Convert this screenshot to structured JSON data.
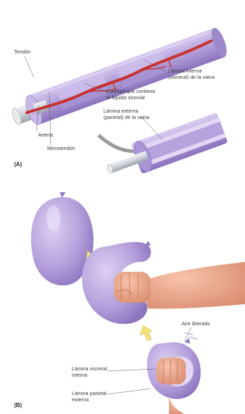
{
  "panel_a": {
    "letter": "(A)",
    "labels": {
      "tendon": "Tendón",
      "inner_lamina_1": "Lámina interna",
      "inner_lamina_2": "(visceral) de la vaina",
      "cavity_1": "Cavidad que contiene",
      "cavity_2": "el líquido sinovial",
      "outer_lamina_1": "Lámina externa",
      "outer_lamina_2": "(parietal) de la vaina",
      "artery": "Arteria",
      "mesotendon": "Mesotendón"
    }
  },
  "panel_b": {
    "letter": "(B)",
    "labels": {
      "air_released": "Aire liberado",
      "visceral_1": "Lámina visceral",
      "visceral_2": "interna",
      "parietal_1": "Lámina parietal",
      "parietal_2": "externa"
    }
  },
  "colors": {
    "sheath": "#b9a6dc",
    "sheath_dark": "#8f78c2",
    "tendon": "#d9dde2",
    "artery": "#c9302c",
    "hand": "#f0a98c",
    "arrow_yellow": "#f2e27a"
  }
}
